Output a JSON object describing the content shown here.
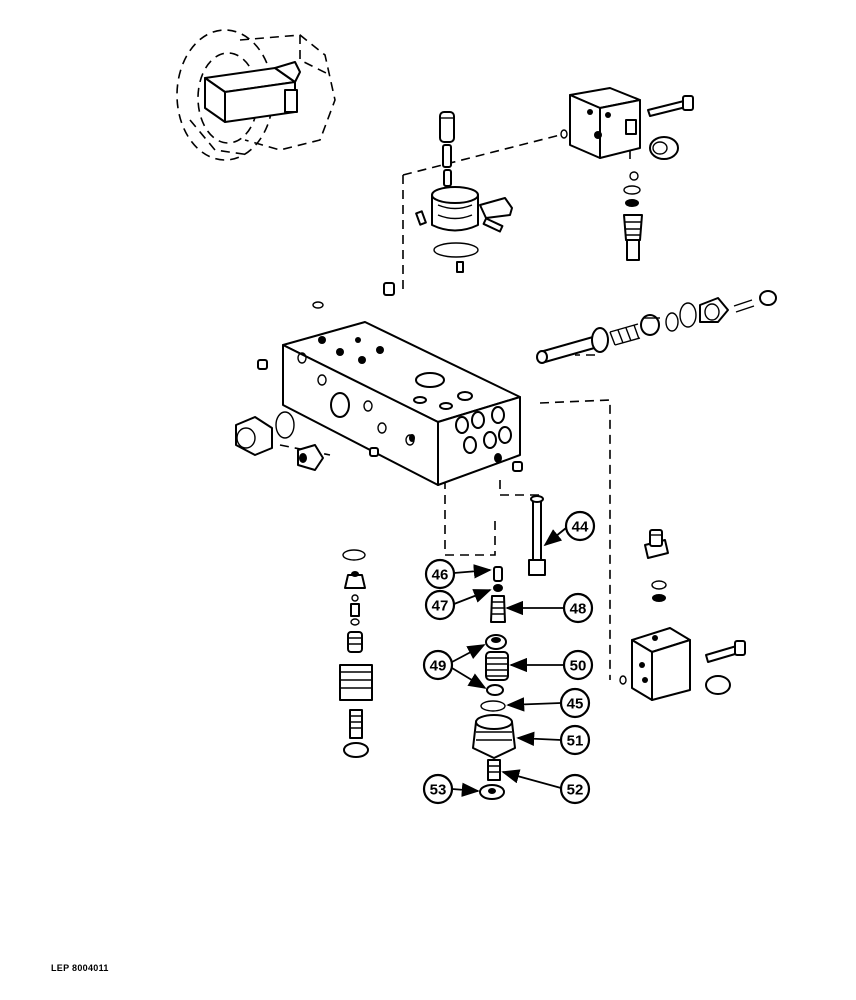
{
  "reference_code": "LEP 8004011",
  "callouts": [
    "44",
    "45",
    "46",
    "47",
    "48",
    "49",
    "50",
    "51",
    "52",
    "53"
  ]
}
